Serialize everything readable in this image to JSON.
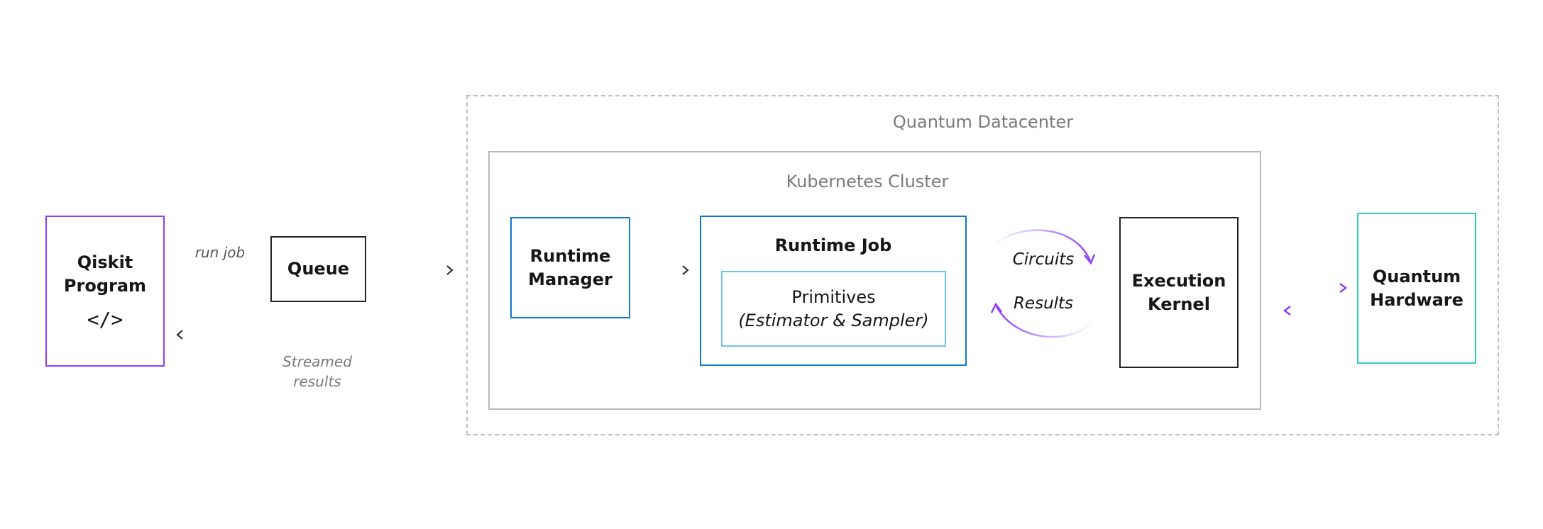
{
  "datacenter": {
    "label": "Quantum Datacenter"
  },
  "cluster": {
    "label": "Kubernetes Cluster"
  },
  "qiskit_program": {
    "line1": "Qiskit",
    "line2": "Program",
    "icon_text": "</>",
    "icon": "code-icon",
    "color": "#8a3ffc"
  },
  "run_job": {
    "label": "run job"
  },
  "queue": {
    "label": "Queue"
  },
  "runtime_manager": {
    "line1": "Runtime",
    "line2": "Manager",
    "color": "#0f78d0"
  },
  "runtime_job": {
    "label": "Runtime Job"
  },
  "primitives": {
    "line1": "Primitives",
    "line2": "(Estimator & Sampler)",
    "color": "#74c4f2"
  },
  "loop": {
    "circuits": "Circuits",
    "results": "Results",
    "color": "#a66efa"
  },
  "execution_kernel": {
    "line1": "Execution",
    "line2": "Kernel"
  },
  "quantum_hardware": {
    "line1": "Quantum",
    "line2": "Hardware",
    "color": "#2fcfbf"
  },
  "streamed": {
    "line1": "Streamed",
    "line2": "results"
  }
}
